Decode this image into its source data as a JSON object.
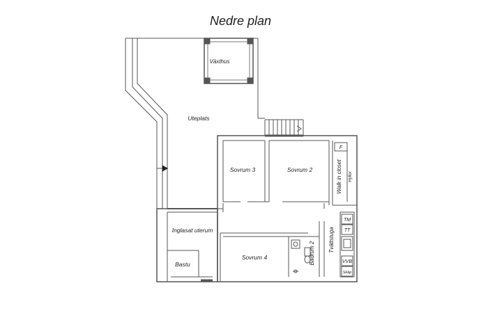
{
  "plan": {
    "title": "Nedre plan"
  },
  "rooms": {
    "vaxthus": "Växthus",
    "uteplats": "Uteplats",
    "sovrum3": "Sovrum 3",
    "sovrum2": "Sovrum 2",
    "walk_in_closet": "Walk in closet",
    "hyllor": "Hyllor",
    "inglasat_uterum": "Inglasat uterum",
    "bastu": "Bastu",
    "sovrum4": "Sovrum 4",
    "badrum2": "Badrum 2",
    "tvattstuga": "Tvättstuga"
  },
  "fixtures": {
    "f": "F",
    "tm": "TM",
    "tt": "TT",
    "vvb": "VVB",
    "skap": "Skåp"
  }
}
